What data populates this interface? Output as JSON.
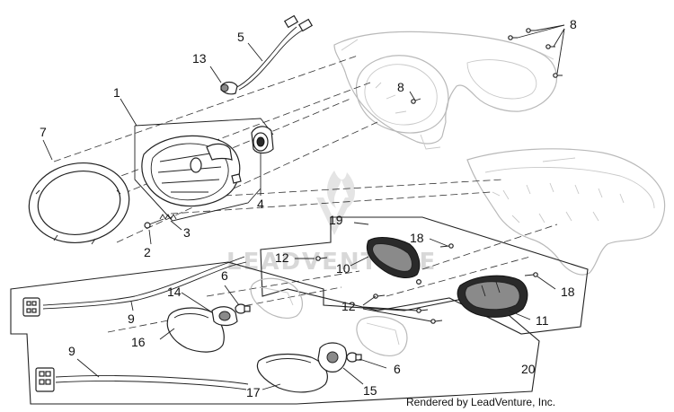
{
  "watermark": "LEADVENTURE",
  "credit": "Rendered by LeadVenture, Inc.",
  "callouts": {
    "c1": "1",
    "c2": "2",
    "c3": "3",
    "c4": "4",
    "c5": "5",
    "c6a": "6",
    "c6b": "6",
    "c7": "7",
    "c8a": "8",
    "c8b": "8",
    "c9a": "9",
    "c9b": "9",
    "c10": "10",
    "c11": "11",
    "c12a": "12",
    "c12b": "12",
    "c13": "13",
    "c14": "14",
    "c15": "15",
    "c16": "16",
    "c17": "17",
    "c18a": "18",
    "c18b": "18",
    "c19": "19",
    "c20": "20"
  }
}
